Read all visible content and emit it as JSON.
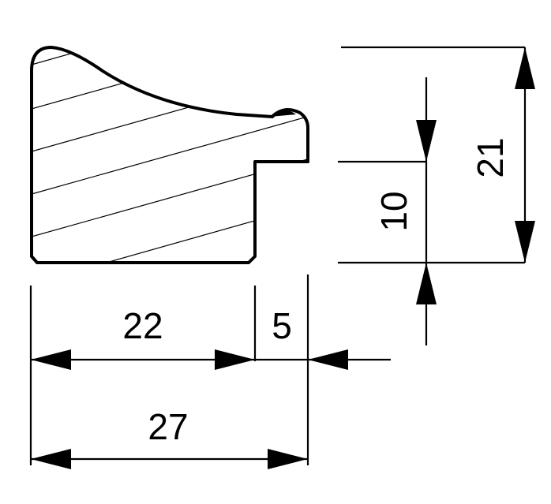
{
  "dimensions": {
    "width_left": "22",
    "width_step": "5",
    "width_total": "27",
    "height_step": "10",
    "height_total": "21"
  },
  "colors": {
    "line": "#000000",
    "background": "#ffffff"
  }
}
